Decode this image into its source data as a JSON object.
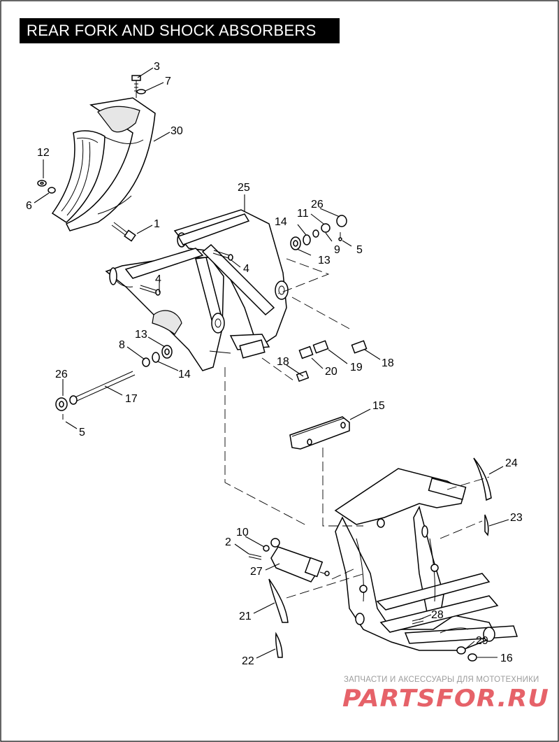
{
  "title": "REAR FORK AND SHOCK ABSORBERS",
  "callouts": {
    "c1": "1",
    "c2": "2",
    "c3": "3",
    "c4a": "4",
    "c4b": "4",
    "c5a": "5",
    "c5b": "5",
    "c6": "6",
    "c7": "7",
    "c8": "8",
    "c9": "9",
    "c10": "10",
    "c11": "11",
    "c12": "12",
    "c13a": "13",
    "c13b": "13",
    "c14a": "14",
    "c14b": "14",
    "c15": "15",
    "c16": "16",
    "c17": "17",
    "c18a": "18",
    "c18b": "18",
    "c19": "19",
    "c20": "20",
    "c21": "21",
    "c22": "22",
    "c23": "23",
    "c24": "24",
    "c25": "25",
    "c26a": "26",
    "c26b": "26",
    "c27": "27",
    "c28": "28",
    "c29": "29",
    "c30": "30"
  },
  "watermark": {
    "text": "ЗАПЧАСТИ И АКСЕССУАРЫ ДЛЯ МОТОТЕХНИКИ",
    "logo": "PARTSFOR.RU",
    "logo_color": "#e2474f"
  }
}
